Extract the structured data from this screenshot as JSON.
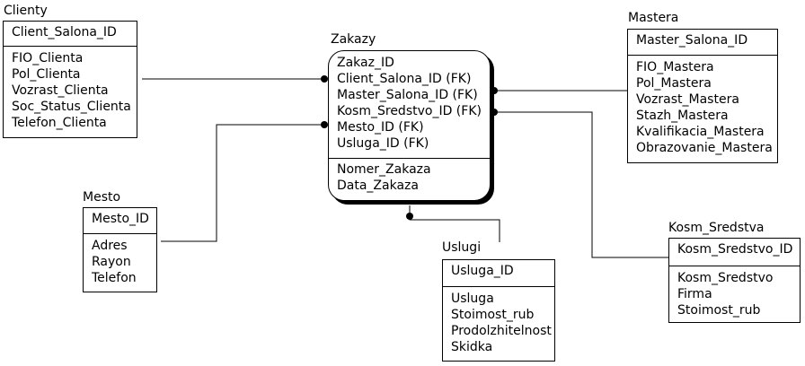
{
  "clienty": {
    "title": "Clienty",
    "key": "Client_Salona_ID",
    "attrs": [
      "FIO_Clienta",
      "Pol_Clienta",
      "Vozrast_Clienta",
      "Soc_Status_Clienta",
      "Telefon_Clienta"
    ]
  },
  "zakazy": {
    "title": "Zakazy",
    "keys": [
      "Zakaz_ID",
      "Client_Salona_ID (FK)",
      "Master_Salona_ID (FK)",
      "Kosm_Sredstvo_ID (FK)",
      "Mesto_ID (FK)",
      "Usluga_ID (FK)"
    ],
    "attrs": [
      "Nomer_Zakaza",
      "Data_Zakaza"
    ]
  },
  "mastera": {
    "title": "Mastera",
    "key": "Master_Salona_ID",
    "attrs": [
      "FIO_Mastera",
      "Pol_Mastera",
      "Vozrast_Mastera",
      "Stazh_Mastera",
      "Kvalifikacia_Mastera",
      "Obrazovanie_Mastera"
    ]
  },
  "mesto": {
    "title": "Mesto",
    "key": "Mesto_ID",
    "attrs": [
      "Adres",
      "Rayon",
      "Telefon"
    ]
  },
  "uslugi": {
    "title": "Uslugi",
    "key": "Usluga_ID",
    "attrs": [
      "Usluga",
      "Stoimost_rub",
      "Prodolzhitelnost",
      "Skidka"
    ]
  },
  "kosm_sredstva": {
    "title": "Kosm_Sredstva",
    "key": "Kosm_Sredstvo_ID",
    "attrs": [
      "Kosm_Sredstvo",
      "Firma",
      "Stoimost_rub"
    ]
  }
}
